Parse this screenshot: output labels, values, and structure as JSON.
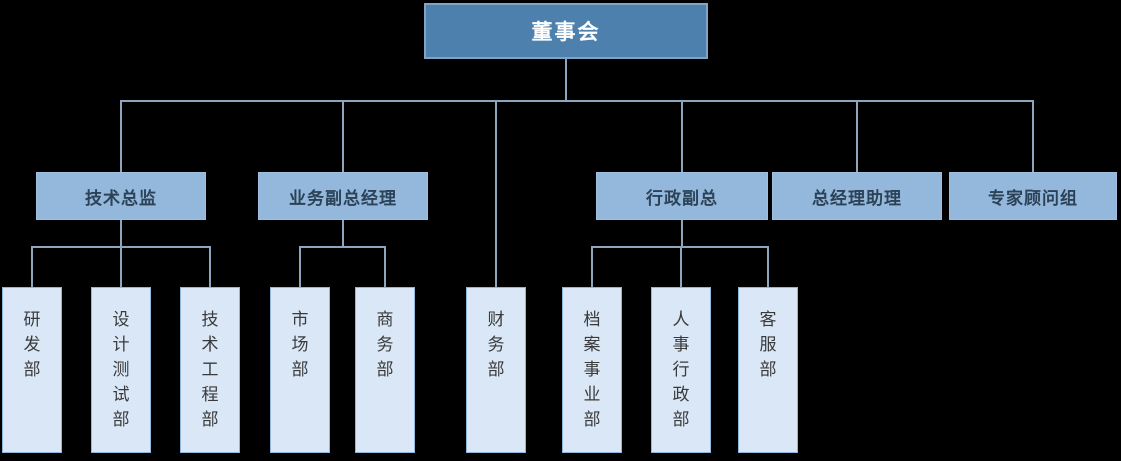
{
  "tree": {
    "root": {
      "label": "董事会",
      "children": [
        {
          "label": "技术总监",
          "children": [
            {
              "label": "研发部"
            },
            {
              "label": "设计测试部"
            },
            {
              "label": "技术工程部"
            }
          ]
        },
        {
          "label": "业务副总经理",
          "children": [
            {
              "label": "市场部"
            },
            {
              "label": "商务部"
            }
          ]
        },
        {
          "label": "财务部",
          "children": []
        },
        {
          "label": "行政副总",
          "children": [
            {
              "label": "档案事业部"
            },
            {
              "label": "人事行政部"
            },
            {
              "label": "客服部"
            }
          ]
        },
        {
          "label": "总经理助理",
          "children": []
        },
        {
          "label": "专家顾问组",
          "children": []
        }
      ]
    }
  },
  "colors": {
    "background": "#000000",
    "root_fill": "#4d80ad",
    "root_border": "#7ea6c4",
    "root_text": "#ffffff",
    "level2_fill": "#94b8dc",
    "level2_text": "#2c4257",
    "level3_fill": "#d9e7f7",
    "level3_border": "#8fb7dc",
    "level3_text": "#3a3a3a",
    "connector": "#8ba6bd"
  }
}
